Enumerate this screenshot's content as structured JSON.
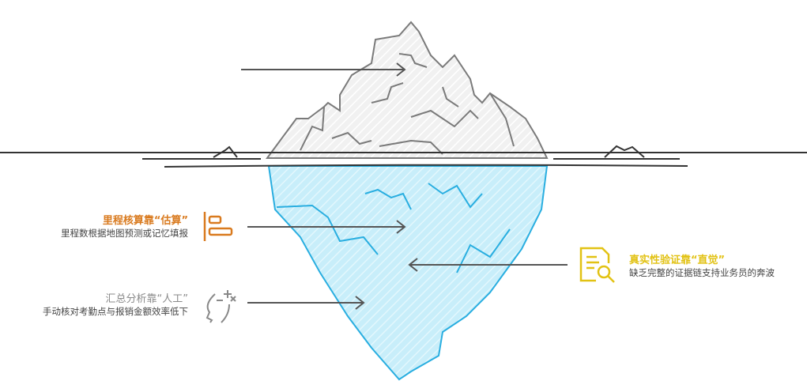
{
  "items": [
    {
      "title": "里程核算靠“估算”",
      "desc": "里程数根据地图预测或记忆填报",
      "color": "#d97a1e",
      "icon": "align-left-icon"
    },
    {
      "title": "汇总分析靠“人工”",
      "desc": "手动核对考勤点与报销金额效率低下",
      "color": "#8a8a8a",
      "icon": "head-math-icon"
    },
    {
      "title": "真实性验证靠“直觉”",
      "desc": "缺乏完整的证据链支持业务员的奔波",
      "color": "#e2c214",
      "icon": "document-search-icon"
    }
  ]
}
